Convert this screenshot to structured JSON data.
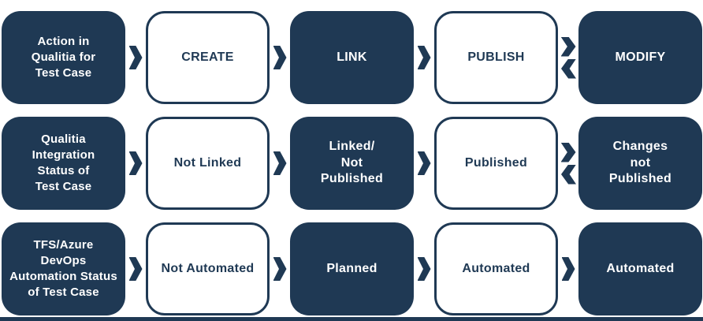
{
  "colors": {
    "navy": "#1f3954",
    "light_box_bg": "#ffffff",
    "dark_box_text": "#ffffff"
  },
  "rows": [
    {
      "header": "Action in\nQualitia for\nTest Case",
      "steps": [
        {
          "label": "CREATE",
          "style": "light",
          "arrow_before": "right"
        },
        {
          "label": "LINK",
          "style": "dark",
          "arrow_before": "right"
        },
        {
          "label": "PUBLISH",
          "style": "light",
          "arrow_before": "right"
        },
        {
          "label": "MODIFY",
          "style": "dark",
          "arrow_before": "bidirectional"
        }
      ]
    },
    {
      "header": "Qualitia\nIntegration\nStatus of\nTest Case",
      "steps": [
        {
          "label": "Not Linked",
          "style": "light",
          "arrow_before": "right"
        },
        {
          "label": "Linked/\nNot\nPublished",
          "style": "dark",
          "arrow_before": "right"
        },
        {
          "label": "Published",
          "style": "light",
          "arrow_before": "right"
        },
        {
          "label": "Changes\nnot\nPublished",
          "style": "dark",
          "arrow_before": "bidirectional"
        }
      ]
    },
    {
      "header": "TFS/Azure\nDevOps\nAutomation Status\nof Test Case",
      "steps": [
        {
          "label": "Not Automated",
          "style": "light",
          "arrow_before": "right"
        },
        {
          "label": "Planned",
          "style": "dark",
          "arrow_before": "right"
        },
        {
          "label": "Automated",
          "style": "light",
          "arrow_before": "right"
        },
        {
          "label": "Automated",
          "style": "dark",
          "arrow_before": "right"
        }
      ]
    }
  ]
}
